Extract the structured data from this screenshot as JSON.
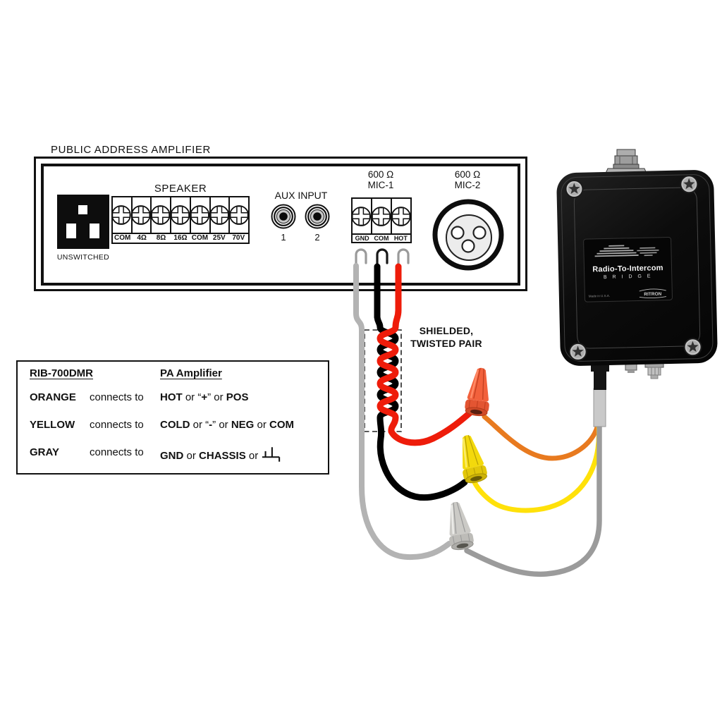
{
  "amp": {
    "title": "PUBLIC ADDRESS AMPLIFIER",
    "outlet": {
      "label": "UNSWITCHED"
    },
    "speaker": {
      "label": "SPEAKER",
      "terminals": [
        "COM",
        "4Ω",
        "8Ω",
        "16Ω",
        "COM",
        "25V",
        "70V"
      ]
    },
    "aux": {
      "label": "AUX INPUT",
      "jack1": "1",
      "jack2": "2"
    },
    "mic1": {
      "impedance": "600 Ω",
      "name": "MIC-1",
      "terminals": [
        "GND",
        "COM",
        "HOT"
      ]
    },
    "mic2": {
      "impedance": "600 Ω",
      "name": "MIC-2"
    }
  },
  "bridge": {
    "label_line1": "Radio-To-Intercom",
    "label_line2": "B R I D G E",
    "made_in": "Made in U.S.A.",
    "brand": "RITRON"
  },
  "wiring": {
    "shield_note_line1": "SHIELDED,",
    "shield_note_line2": "TWISTED PAIR",
    "wire_colors": {
      "hot": "#ee1c0a",
      "cold": "#000000",
      "shield": "#b3b3b3",
      "bridge_hot": "#e87a1f",
      "bridge_cold": "#ffe10a",
      "bridge_shield": "#9b9b9b"
    }
  },
  "legend": {
    "col1_header": "RIB-700DMR",
    "col2_header": "PA Amplifier",
    "connects": "connects to",
    "rows": [
      {
        "wire": "ORANGE",
        "s0": "HOT",
        "s1": " or “",
        "s2": "+",
        "s3": "” or ",
        "s4": "POS"
      },
      {
        "wire": "YELLOW",
        "s0": "COLD",
        "s1": " or “",
        "s2": "-",
        "s3": "” or ",
        "s4": "NEG",
        "s5": " or ",
        "s6": "COM"
      },
      {
        "wire": "GRAY",
        "s0": "GND",
        "s1": " or ",
        "s2": "CHASSIS",
        "s3": " or "
      }
    ]
  }
}
